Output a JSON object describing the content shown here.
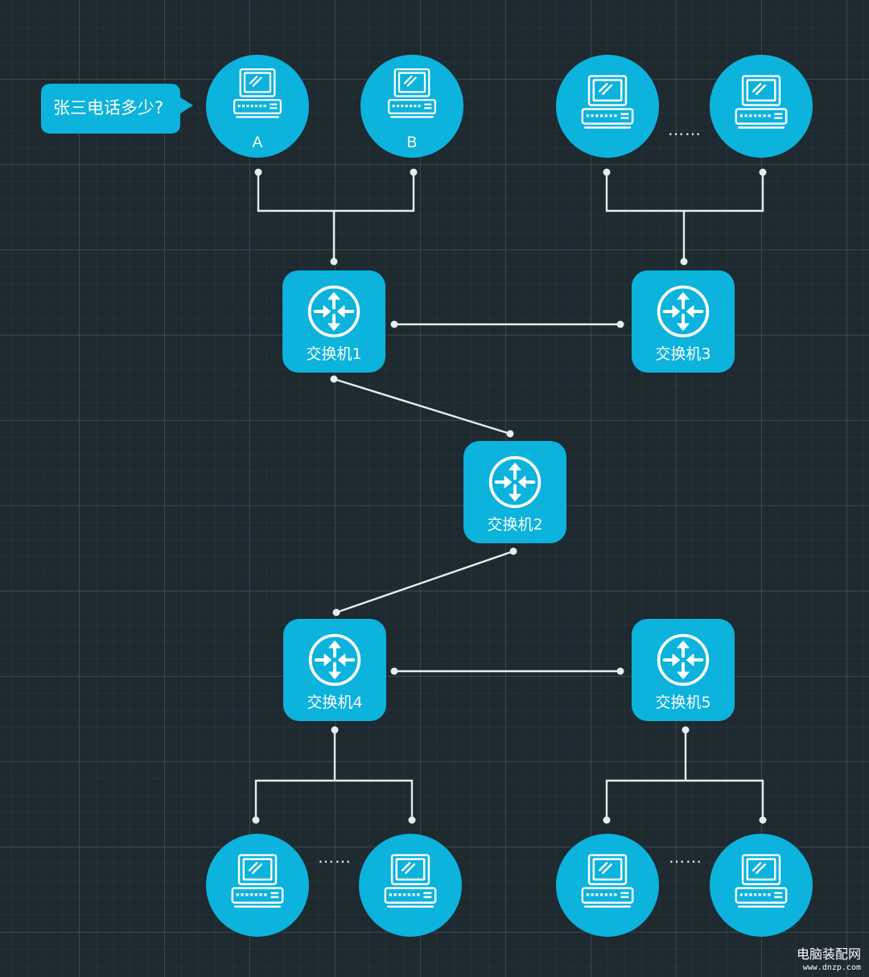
{
  "bubble": {
    "text": "张三电话多少?"
  },
  "computers": {
    "a": {
      "label": "A"
    },
    "b": {
      "label": "B"
    }
  },
  "ellipses": [
    "……",
    "……",
    "……"
  ],
  "switches": [
    {
      "label": "交换机1"
    },
    {
      "label": "交换机2"
    },
    {
      "label": "交换机3"
    },
    {
      "label": "交换机4"
    },
    {
      "label": "交换机5"
    }
  ],
  "watermark": {
    "name": "电脑装配网",
    "url": "www.dnzp.com"
  },
  "colors": {
    "node": "#0bb3dd",
    "line": "#e6ecef",
    "background": "#1e2930"
  }
}
